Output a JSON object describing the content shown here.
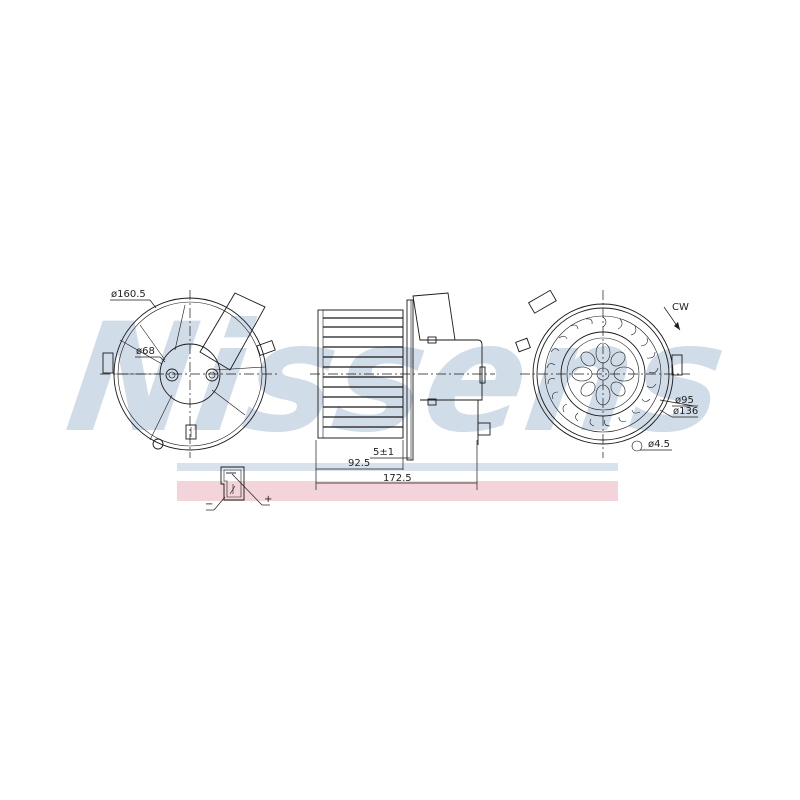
{
  "drawing": {
    "subject": "blower motor technical drawing",
    "watermark": {
      "text": "Nissens",
      "color": "#c9d7e6",
      "band_top_color": "#d8e2ec",
      "band_bottom_color": "#f2d4da"
    },
    "left_view": {
      "outer_diameter": "ø160.5",
      "hub_diameter": "ø68"
    },
    "side_view": {
      "offset_dim": "5±1",
      "wheel_length": "92.5",
      "overall_length": "172.5"
    },
    "right_view": {
      "rotation": "CW",
      "inner_diameter": "ø95",
      "outer_diameter": "ø136",
      "hole_diameter": "ø4.5"
    },
    "connector": {
      "minus_label": "−",
      "plus_label": "+"
    }
  }
}
